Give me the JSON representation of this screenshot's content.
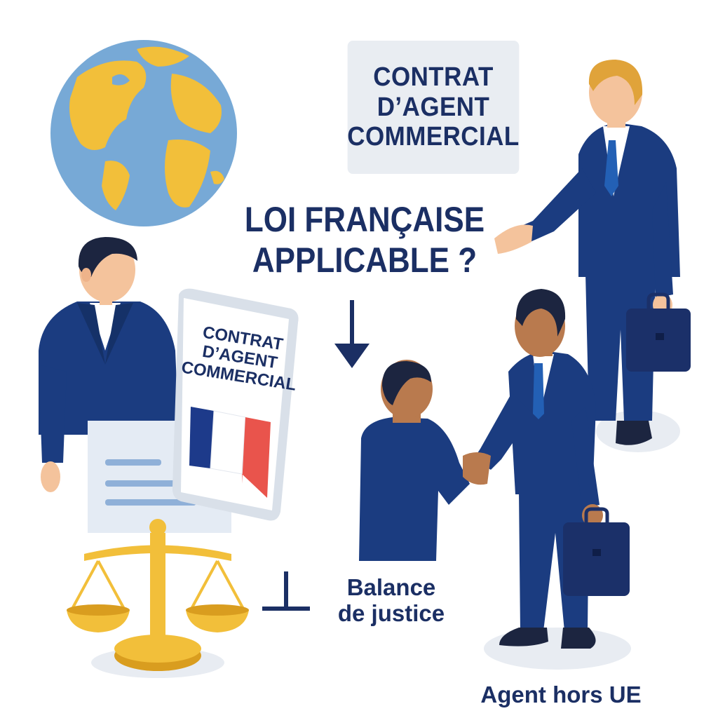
{
  "contract_box": {
    "line1": "CONTRAT",
    "line2": "D’AGENT",
    "line3": "COMMERCIAL"
  },
  "question": {
    "line1": "LOI FRANÇAISE",
    "line2": "APPLICABLE ?"
  },
  "document": {
    "line1": "CONTRAT",
    "line2": "D’AGENT",
    "line3": "COMMERCIAL"
  },
  "labels": {
    "balance_line1": "Balance",
    "balance_line2": "de justice",
    "agent": "Agent hors UE"
  },
  "colors": {
    "navy": "#1b3c80",
    "text_navy": "#1b2f64",
    "gold": "#f2bf3a",
    "ocean": "#77a9d6",
    "flag_blue": "#1d3a8a",
    "flag_red": "#e9544c",
    "skin_light": "#f4c39c",
    "skin_dark": "#b97a4e"
  },
  "icons": [
    "globe-icon",
    "scales-of-justice-icon",
    "french-flag-icon",
    "briefcase-icon",
    "down-arrow-icon",
    "perpendicular-icon"
  ]
}
